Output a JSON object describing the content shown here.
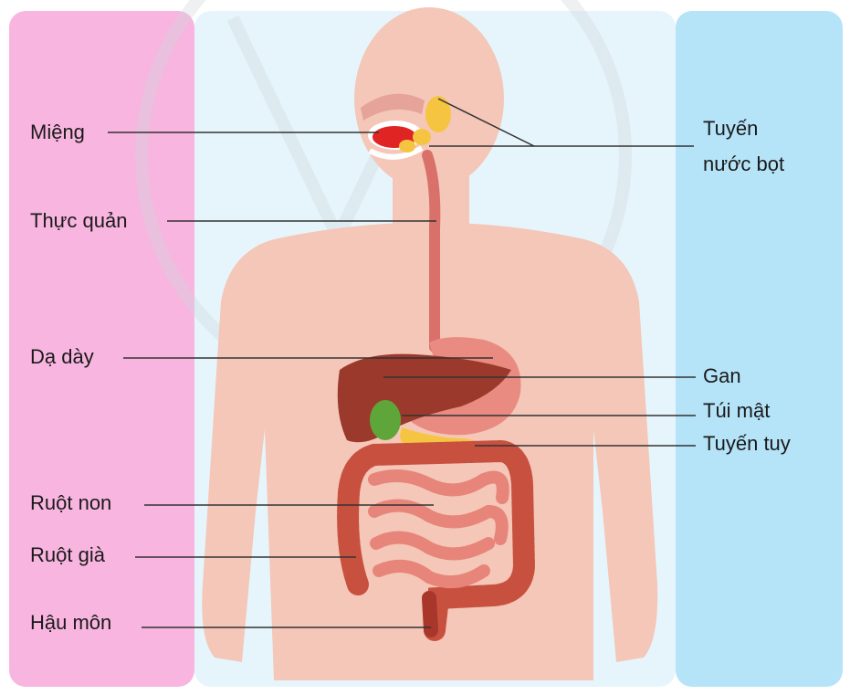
{
  "labels_left": {
    "mouth": "Miệng",
    "esophagus": "Thực quản",
    "stomach": "Dạ dày",
    "small_intestine": "Ruột non",
    "large_intestine": "Ruột già",
    "anus": "Hậu môn"
  },
  "labels_right": {
    "salivary_line1": "Tuyến",
    "salivary_line2": "nước bọt",
    "liver": "Gan",
    "gallbladder": "Túi mật",
    "pancreas": "Tuyến tuy"
  },
  "colors": {
    "left_panel": "#f8b5df",
    "center_panel": "#e6f5fc",
    "right_panel": "#b5e3f8",
    "body": "#f4c7b8",
    "esophagus": "#d9706a",
    "stomach": "#e98b80",
    "liver": "#9b3a2c",
    "gallbladder": "#5fa63a",
    "pancreas": "#f5c542",
    "small_intestine": "#e8857a",
    "large_intestine": "#c8503f",
    "leader_line": "#333333"
  },
  "icons": {
    "watermark": "faded-logo-watermark"
  }
}
